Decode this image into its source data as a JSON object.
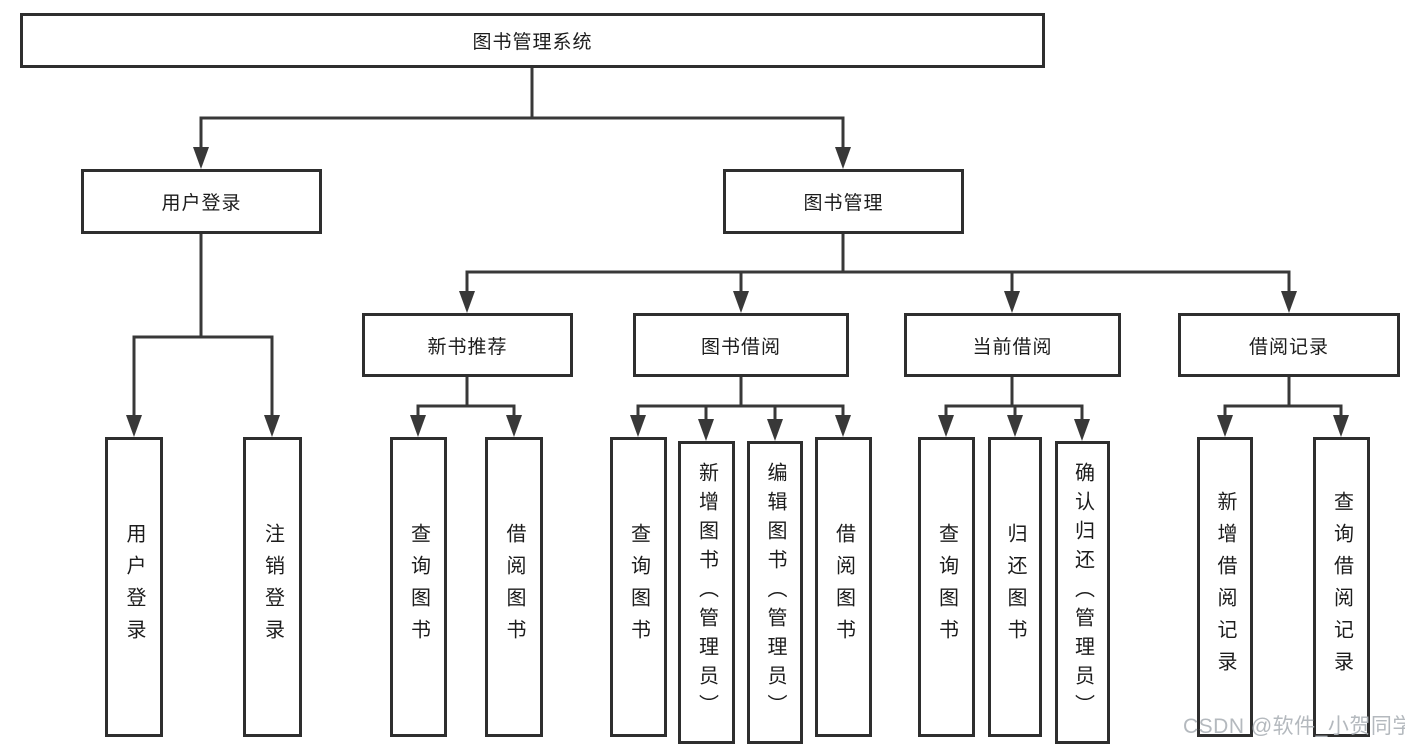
{
  "labels": {
    "root": "图书管理系统",
    "user_login": "用户登录",
    "book_management": "图书管理",
    "new_book_recommend": "新书推荐",
    "book_borrowing": "图书借阅",
    "current_borrowing": "当前借阅",
    "borrowing_records": "借阅记录",
    "leaf_user_login": "用户登录",
    "leaf_logout": "注销登录",
    "leaf_query_books_a": "查询图书",
    "leaf_borrow_books_a": "借阅图书",
    "leaf_query_books_b": "查询图书",
    "leaf_add_book_admin": "新增图书（管理员）",
    "leaf_edit_book_admin": "编辑图书（管理员）",
    "leaf_borrow_books_b": "借阅图书",
    "leaf_query_books_c": "查询图书",
    "leaf_return_books": "归还图书",
    "leaf_confirm_return_admin": "确认归还（管理员）",
    "leaf_add_borrow_record": "新增借阅记录",
    "leaf_query_borrow_record": "查询借阅记录"
  },
  "hierarchy": {
    "图书管理系统": [
      "用户登录",
      "图书管理"
    ],
    "用户登录": [
      "用户登录",
      "注销登录"
    ],
    "图书管理": [
      "新书推荐",
      "图书借阅",
      "当前借阅",
      "借阅记录"
    ],
    "新书推荐": [
      "查询图书",
      "借阅图书"
    ],
    "图书借阅": [
      "查询图书",
      "新增图书（管理员）",
      "编辑图书（管理员）",
      "借阅图书"
    ],
    "当前借阅": [
      "查询图书",
      "归还图书",
      "确认归还（管理员）"
    ],
    "借阅记录": [
      "新增借阅记录",
      "查询借阅记录"
    ]
  },
  "watermark": {
    "text": "CSDN @软件_小贺同学"
  },
  "colors": {
    "line": "#383838",
    "box_border": "#2e2e2e",
    "text": "#1c1c1c",
    "background": "#ffffff",
    "watermark": "#b0b5bb"
  }
}
